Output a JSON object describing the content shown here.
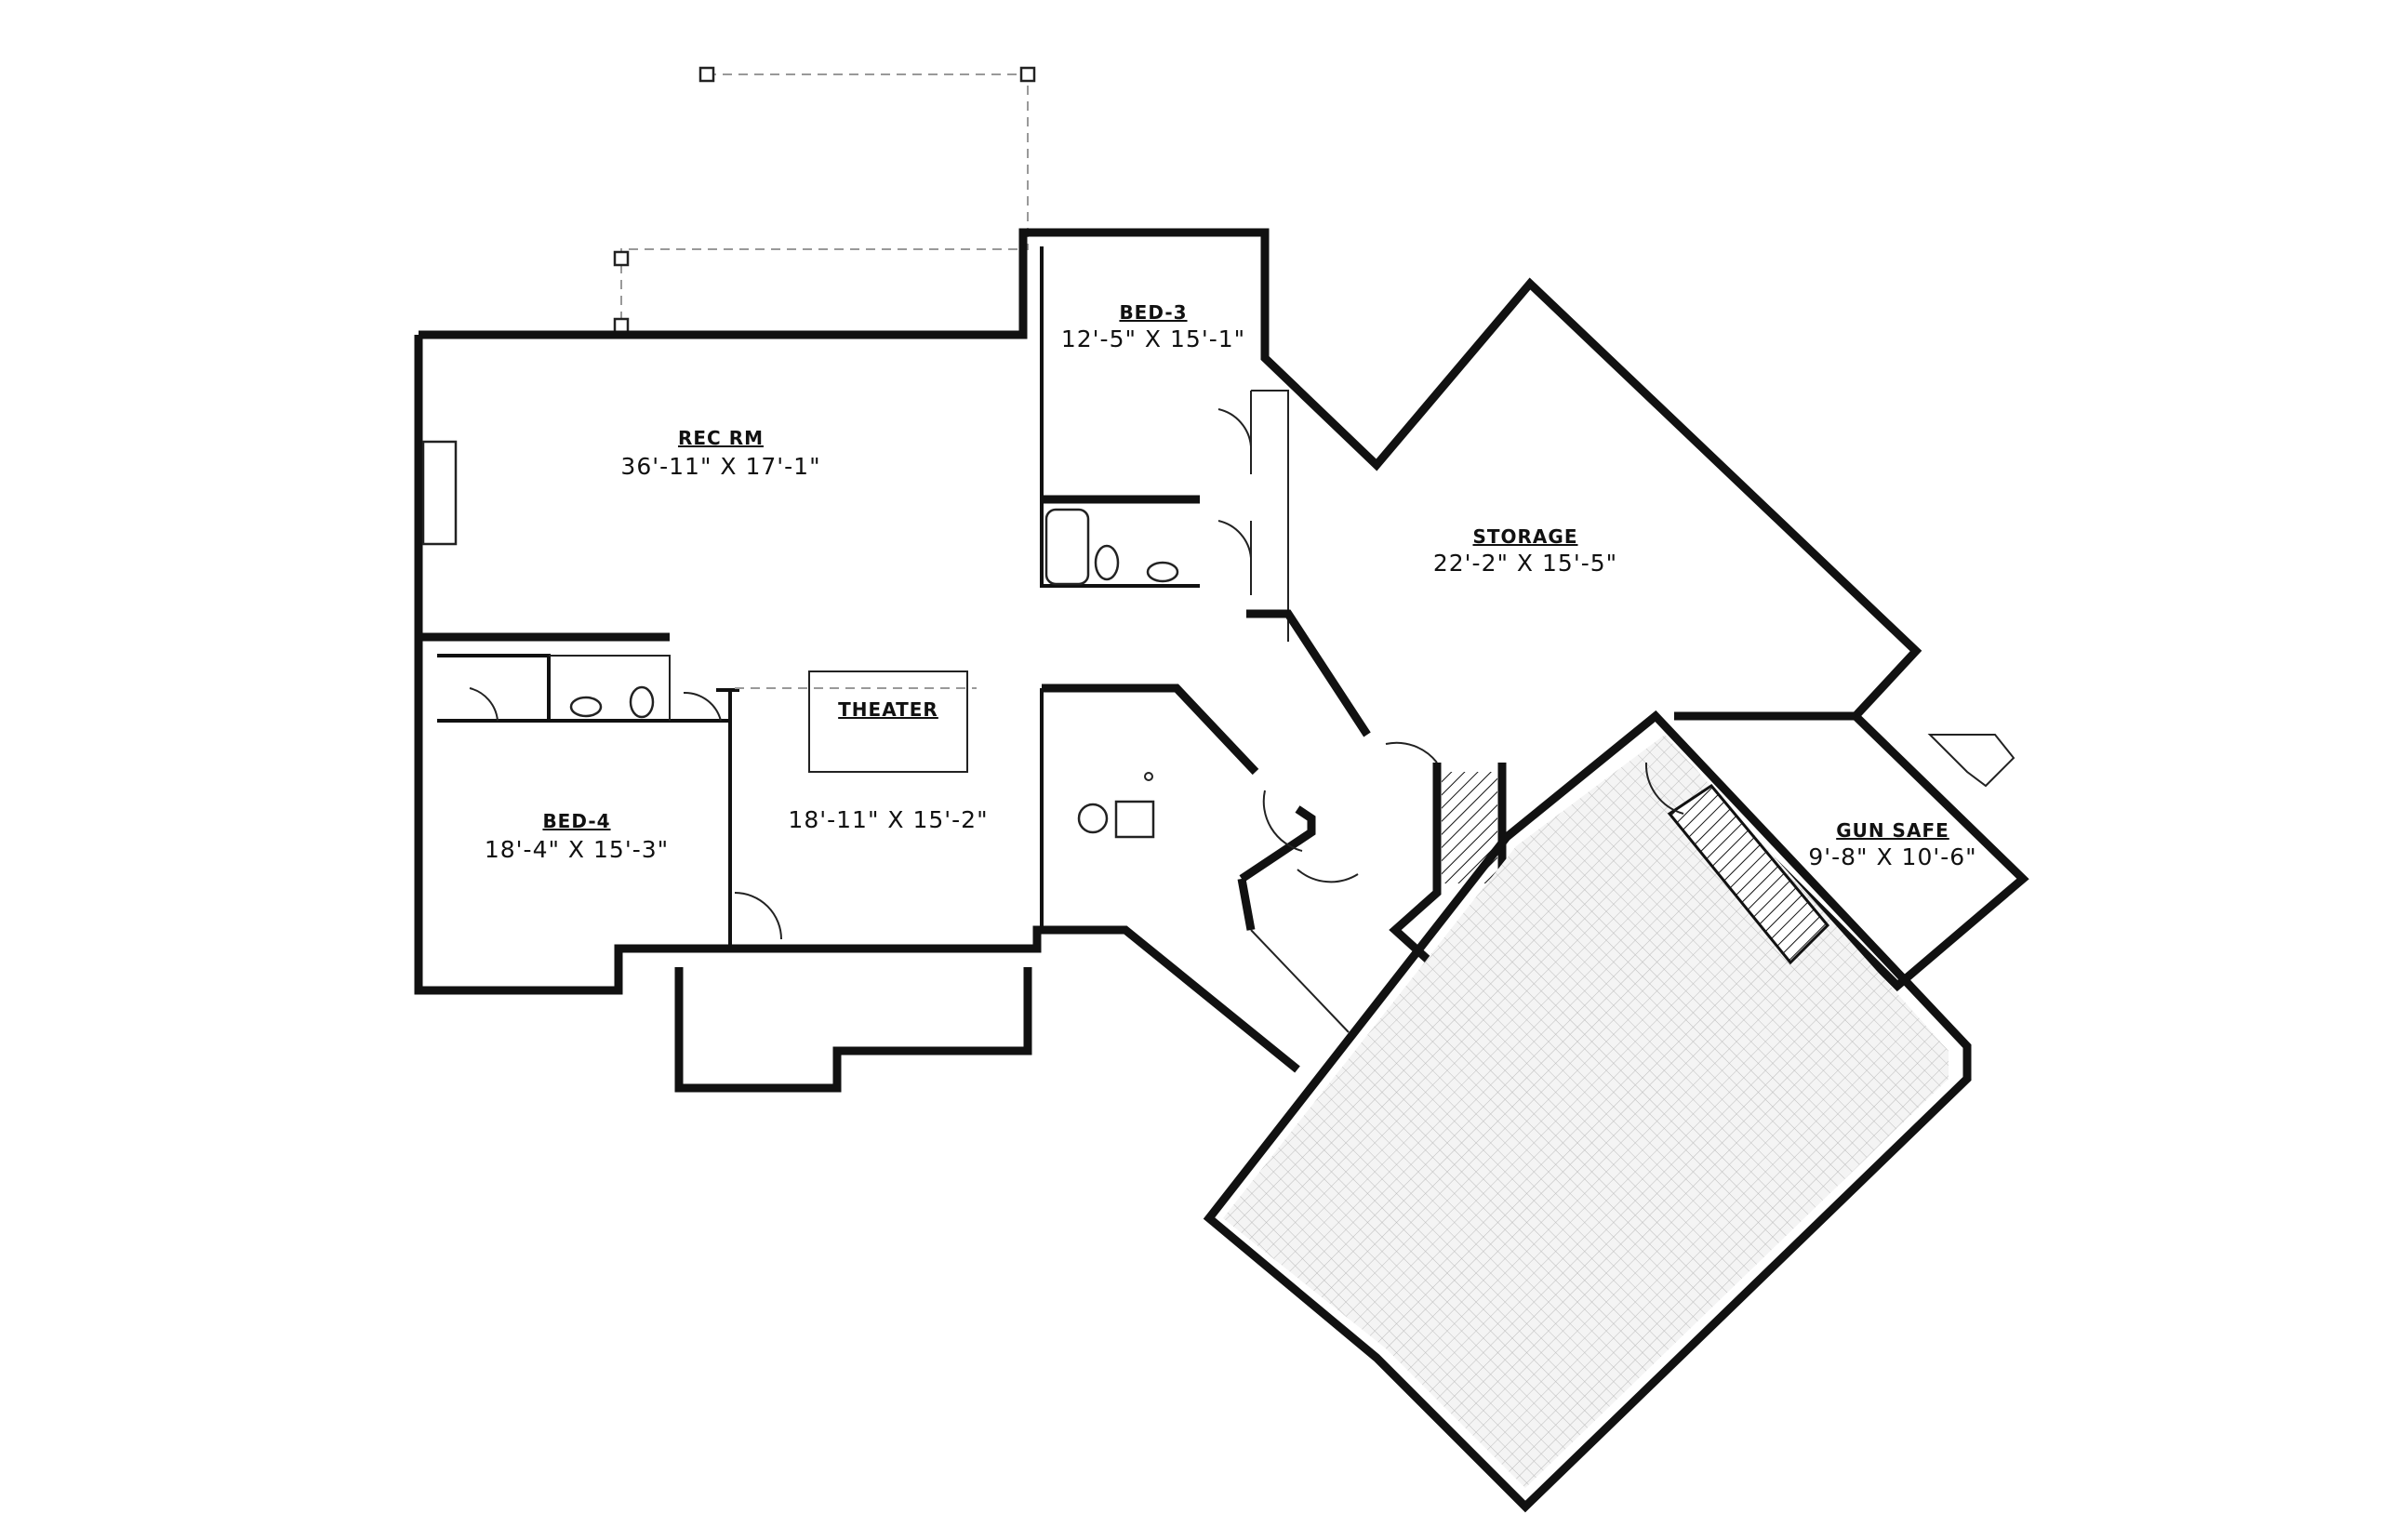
{
  "rooms": {
    "rec_rm": {
      "name": "REC RM",
      "size": "36'-11\" X 17'-1\""
    },
    "bed_3": {
      "name": "BED-3",
      "size": "12'-5\" X 15'-1\""
    },
    "storage": {
      "name": "STORAGE",
      "size": "22'-2\" X 15'-5\""
    },
    "theater": {
      "name": "THEATER",
      "size": "18'-11\" X 15'-2\""
    },
    "bed_4": {
      "name": "BED-4",
      "size": "18'-4\" X 15'-3\""
    },
    "gun_safe": {
      "name": "GUN SAFE",
      "size": "9'-8\" X 10'-6\""
    }
  },
  "colors": {
    "wall": "#111111",
    "patio_hatch": "#cfcfcf",
    "background": "#ffffff"
  }
}
